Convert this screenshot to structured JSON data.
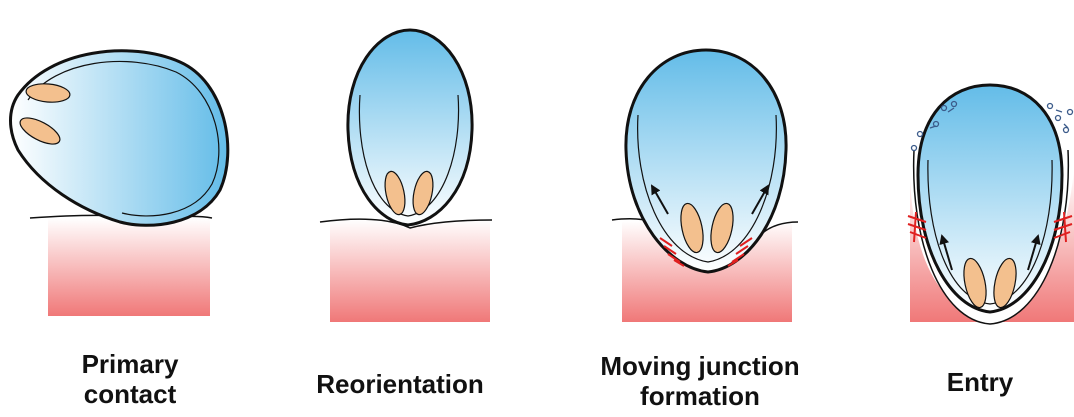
{
  "stages": [
    {
      "id": "primary-contact",
      "lines": [
        "Primary",
        "contact"
      ]
    },
    {
      "id": "reorientation",
      "lines": [
        "Reorientation"
      ]
    },
    {
      "id": "moving-junction-formation",
      "lines": [
        "Moving junction",
        "formation"
      ]
    },
    {
      "id": "entry",
      "lines": [
        "Entry"
      ]
    }
  ],
  "colors": {
    "parasite_top": "#63bce8",
    "parasite_fade": "#ffffff",
    "host_cell": "#f08080",
    "organelle": "#f3c08e",
    "junction_marks": "#e02020",
    "outline": "#111111"
  }
}
